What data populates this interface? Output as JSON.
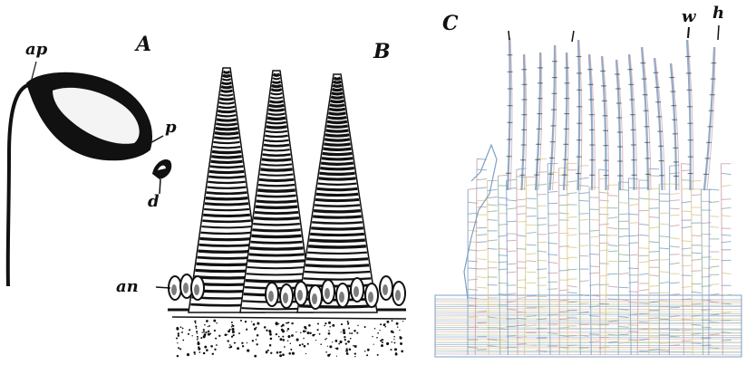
{
  "figure": {
    "panels": [
      {
        "id": "A",
        "label": "A",
        "callouts": [
          "ap",
          "p",
          "d"
        ]
      },
      {
        "id": "B",
        "label": "B",
        "callouts": [
          "an"
        ]
      },
      {
        "id": "C",
        "label": "C",
        "callouts": [
          "w",
          "h"
        ]
      }
    ],
    "labels": {
      "A": "A",
      "B": "B",
      "C": "C",
      "ap": "ap",
      "p": "p",
      "d": "d",
      "an": "an",
      "w": "w",
      "h": "h"
    },
    "colors": {
      "ink": "#111111",
      "paper": "#ffffff",
      "cell_wall_blue": "#7f9fc4",
      "cell_wall_pink": "#c9a0a8",
      "cell_wall_yellow": "#d8c98a"
    }
  }
}
